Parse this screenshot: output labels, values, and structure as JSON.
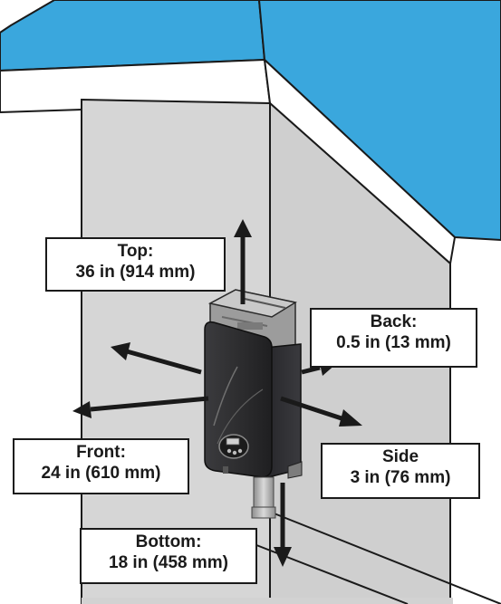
{
  "colors": {
    "ceiling": "#3aa7dd",
    "wall": "#d3d3d3",
    "unit_body": "#2e2e30",
    "arrow": "#1a1a1a"
  },
  "labels": {
    "top": {
      "title": "Top:",
      "value": "36 in (914 mm)"
    },
    "back": {
      "title": "Back:",
      "value": "0.5 in (13 mm)"
    },
    "front": {
      "title": "Front:",
      "value": "24 in (610 mm)"
    },
    "side": {
      "title": "Side",
      "value": "3 in (76 mm)"
    },
    "bottom": {
      "title": "Bottom:",
      "value": "18 in (458 mm)"
    }
  }
}
